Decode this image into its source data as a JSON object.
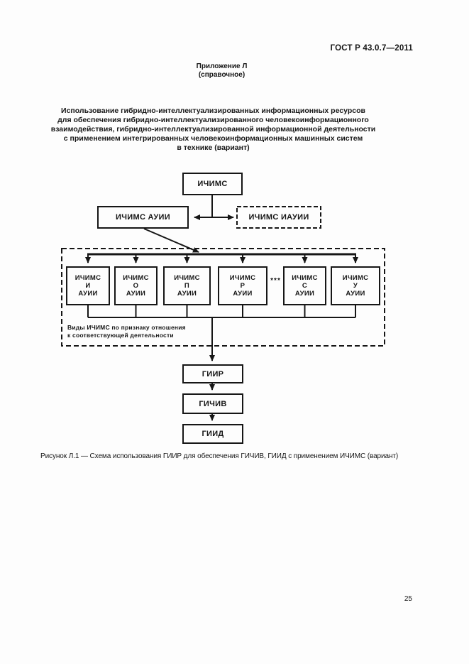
{
  "colors": {
    "ink": "#161616",
    "paper": "#fdfdfd"
  },
  "page": {
    "doc_code": "ГОСТ Р 43.0.7—2011",
    "appendix_title": "Приложение Л",
    "appendix_subtitle": "(справочное)",
    "heading_lines": [
      "Использование гибридно-интеллектуализированных информационных ресурсов",
      "для обеспечения гибридно-интеллектуализированного человекоинформационного",
      "взаимодействия, гибридно-интеллектуализированной информационной деятельности",
      "с применением интегрированных человекоинформационных машинных систем",
      "в технике (вариант)"
    ],
    "figure_caption": "Рисунок Л.1 — Схема использования ГИИР для обеспечения ГИЧИВ, ГИИД с применением ИЧИМС (вариант)",
    "page_number": "25"
  },
  "diagram": {
    "root_box": "ИЧИМС",
    "left_box": "ИЧИМС АУИИ",
    "right_box": "ИЧИМС ИАУИИ",
    "ellipsis": "***",
    "type_boxes": [
      {
        "lines": [
          "ИЧИМС",
          "И",
          "АУИИ"
        ]
      },
      {
        "lines": [
          "ИЧИМС",
          "О",
          "АУИИ"
        ]
      },
      {
        "lines": [
          "ИЧИМС",
          "П",
          "АУИИ"
        ]
      },
      {
        "lines": [
          "ИЧИМС",
          "Р",
          "АУИИ"
        ]
      },
      {
        "lines": [
          "ИЧИМС",
          "С",
          "АУИИ"
        ]
      },
      {
        "lines": [
          "ИЧИМС",
          "У",
          "АУИИ"
        ]
      }
    ],
    "group_note_lines": [
      "Виды ИЧИМС по признаку отношения",
      "к соответствующей деятельности"
    ],
    "chain_boxes": [
      "ГИИР",
      "ГИЧИВ",
      "ГИИД"
    ]
  }
}
